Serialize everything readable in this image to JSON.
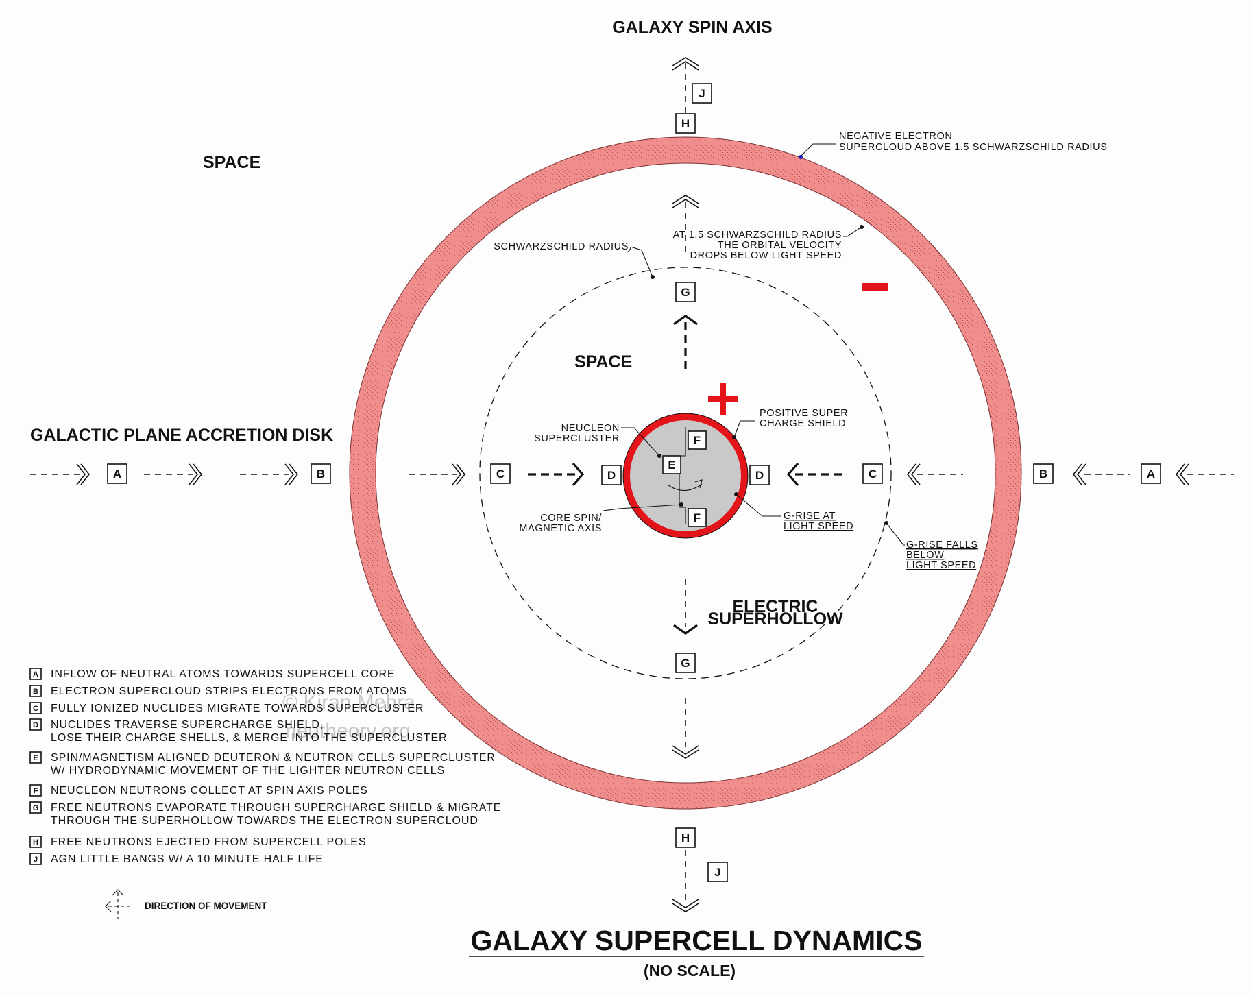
{
  "headers": {
    "spin_axis": "GALAXY SPIN AXIS",
    "space_outer": "SPACE",
    "space_inner": "SPACE",
    "accretion_disk": "GALACTIC PLANE ACCRETION DISK",
    "electric_superhollow_1": "ELECTRIC",
    "electric_superhollow_2": "SUPERHOLLOW"
  },
  "symbols": {
    "minus": "−",
    "plus": "+"
  },
  "annotations": {
    "neg_supercloud_1": "NEGATIVE ELECTRON",
    "neg_supercloud_2": "SUPERCLOUD ABOVE 1.5 SCHWARZSCHILD RADIUS",
    "orbital_1": "AT 1.5 SCHWARZSCHILD RADIUS",
    "orbital_2": "THE ORBITAL VELOCITY",
    "orbital_3": "DROPS BELOW LIGHT SPEED",
    "schwarzschild": "SCHWARZSCHILD RADIUS",
    "neucleon_1": "NEUCLEON",
    "neucleon_2": "SUPERCLUSTER",
    "positive_1": "POSITIVE SUPER",
    "positive_2": "CHARGE SHIELD",
    "core_spin_1": "CORE SPIN/",
    "core_spin_2": "MAGNETIC AXIS",
    "grise_1": "G-RISE AT",
    "grise_2": "LIGHT SPEED",
    "grise_falls_1": "G-RISE FALLS",
    "grise_falls_2": "BELOW",
    "grise_falls_3": "LIGHT SPEED"
  },
  "markers": {
    "A": "A",
    "B": "B",
    "C": "C",
    "D": "D",
    "E": "E",
    "F": "F",
    "G": "G",
    "H": "H",
    "J": "J"
  },
  "legend": [
    {
      "key": "A",
      "lines": [
        "INFLOW OF NEUTRAL ATOMS TOWARDS SUPERCELL CORE"
      ]
    },
    {
      "key": "B",
      "lines": [
        "ELECTRON SUPERCLOUD STRIPS ELECTRONS FROM ATOMS"
      ]
    },
    {
      "key": "C",
      "lines": [
        "FULLY IONIZED NUCLIDES MIGRATE TOWARDS SUPERCLUSTER"
      ]
    },
    {
      "key": "D",
      "lines": [
        "NUCLIDES TRAVERSE SUPERCHARGE SHIELD,",
        "LOSE THEIR CHARGE SHELLS, & MERGE INTO THE SUPERCLUSTER"
      ]
    },
    {
      "key": "E",
      "lines": [
        "SPIN/MAGNETISM ALIGNED DEUTERON & NEUTRON CELLS SUPERCLUSTER",
        "W/ HYDRODYNAMIC MOVEMENT OF THE LIGHTER NEUTRON CELLS"
      ]
    },
    {
      "key": "F",
      "lines": [
        "NEUCLEON NEUTRONS COLLECT AT SPIN AXIS POLES"
      ]
    },
    {
      "key": "G",
      "lines": [
        "FREE NEUTRONS EVAPORATE THROUGH SUPERCHARGE SHIELD & MIGRATE",
        "THROUGH THE SUPERHOLLOW TOWARDS THE ELECTRON SUPERCLOUD"
      ]
    },
    {
      "key": "H",
      "lines": [
        "FREE NEUTRONS EJECTED FROM SUPERCELL POLES"
      ]
    },
    {
      "key": "J",
      "lines": [
        "AGN LITTLE BANGS W/ A 10 MINUTE HALF LIFE"
      ]
    }
  ],
  "direction_label": "DIRECTION OF MOVEMENT",
  "title": "GALAXY SUPERCELL DYNAMICS",
  "subtitle": "(NO SCALE)",
  "watermark_1": "© Kiran Mehra",
  "watermark_2": "neutheory.org",
  "colors": {
    "ring": "#f08e8e",
    "shield": "#e3151b",
    "core": "#c9c9c9",
    "symbol_red": "#e3151b"
  }
}
